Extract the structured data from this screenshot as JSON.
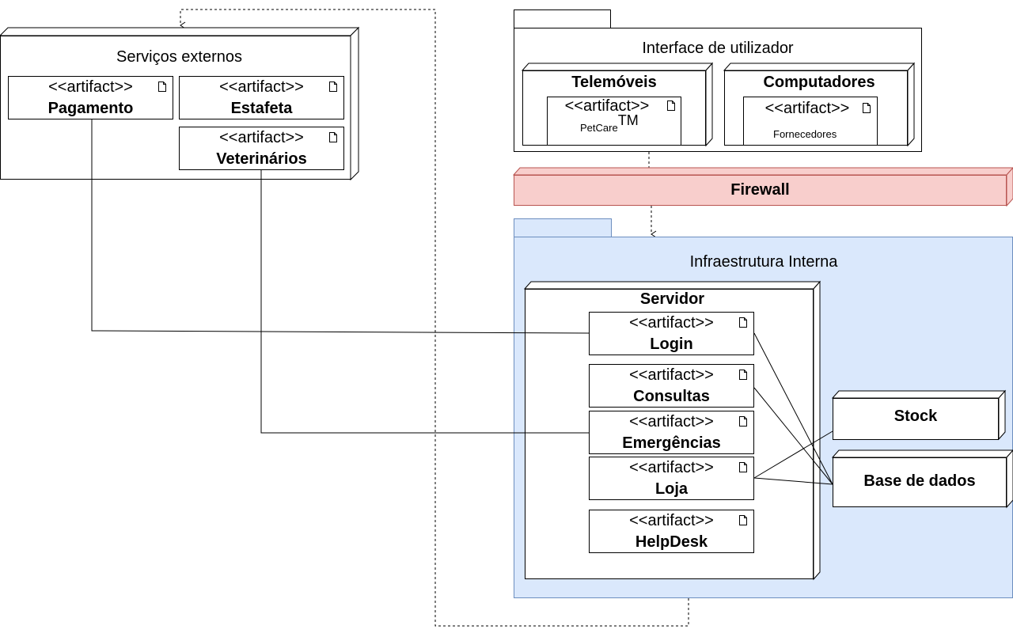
{
  "external": {
    "title": "Serviços externos",
    "artifacts": [
      {
        "stereotype": "<<artifact>>",
        "name": "Pagamento"
      },
      {
        "stereotype": "<<artifact>>",
        "name": "Estafeta"
      },
      {
        "stereotype": "<<artifact>>",
        "name": "Veterinários"
      }
    ]
  },
  "ui": {
    "title": "Interface de utilizador",
    "phones": {
      "title": "Telemóveis",
      "stereotype": "<<artifact>>",
      "product": "PetCare",
      "trademark": "TM"
    },
    "computers": {
      "title": "Computadores",
      "stereotype": "<<artifact>>",
      "label": "Fornecedores"
    }
  },
  "firewall": {
    "label": "Firewall"
  },
  "internal": {
    "title": "Infraestrutura Interna",
    "server": {
      "title": "Servidor",
      "artifacts": [
        {
          "stereotype": "<<artifact>>",
          "name": "Login"
        },
        {
          "stereotype": "<<artifact>>",
          "name": "Consultas"
        },
        {
          "stereotype": "<<artifact>>",
          "name": "Emergências"
        },
        {
          "stereotype": "<<artifact>>",
          "name": "Loja"
        },
        {
          "stereotype": "<<artifact>>",
          "name": "HelpDesk"
        }
      ]
    },
    "stock": {
      "label": "Stock"
    },
    "database": {
      "label": "Base de dados"
    }
  },
  "colors": {
    "firewall_fill": "#f8cecc",
    "firewall_stroke": "#b85450",
    "internal_fill": "#dae8fc",
    "internal_stroke": "#6c8ebf"
  }
}
